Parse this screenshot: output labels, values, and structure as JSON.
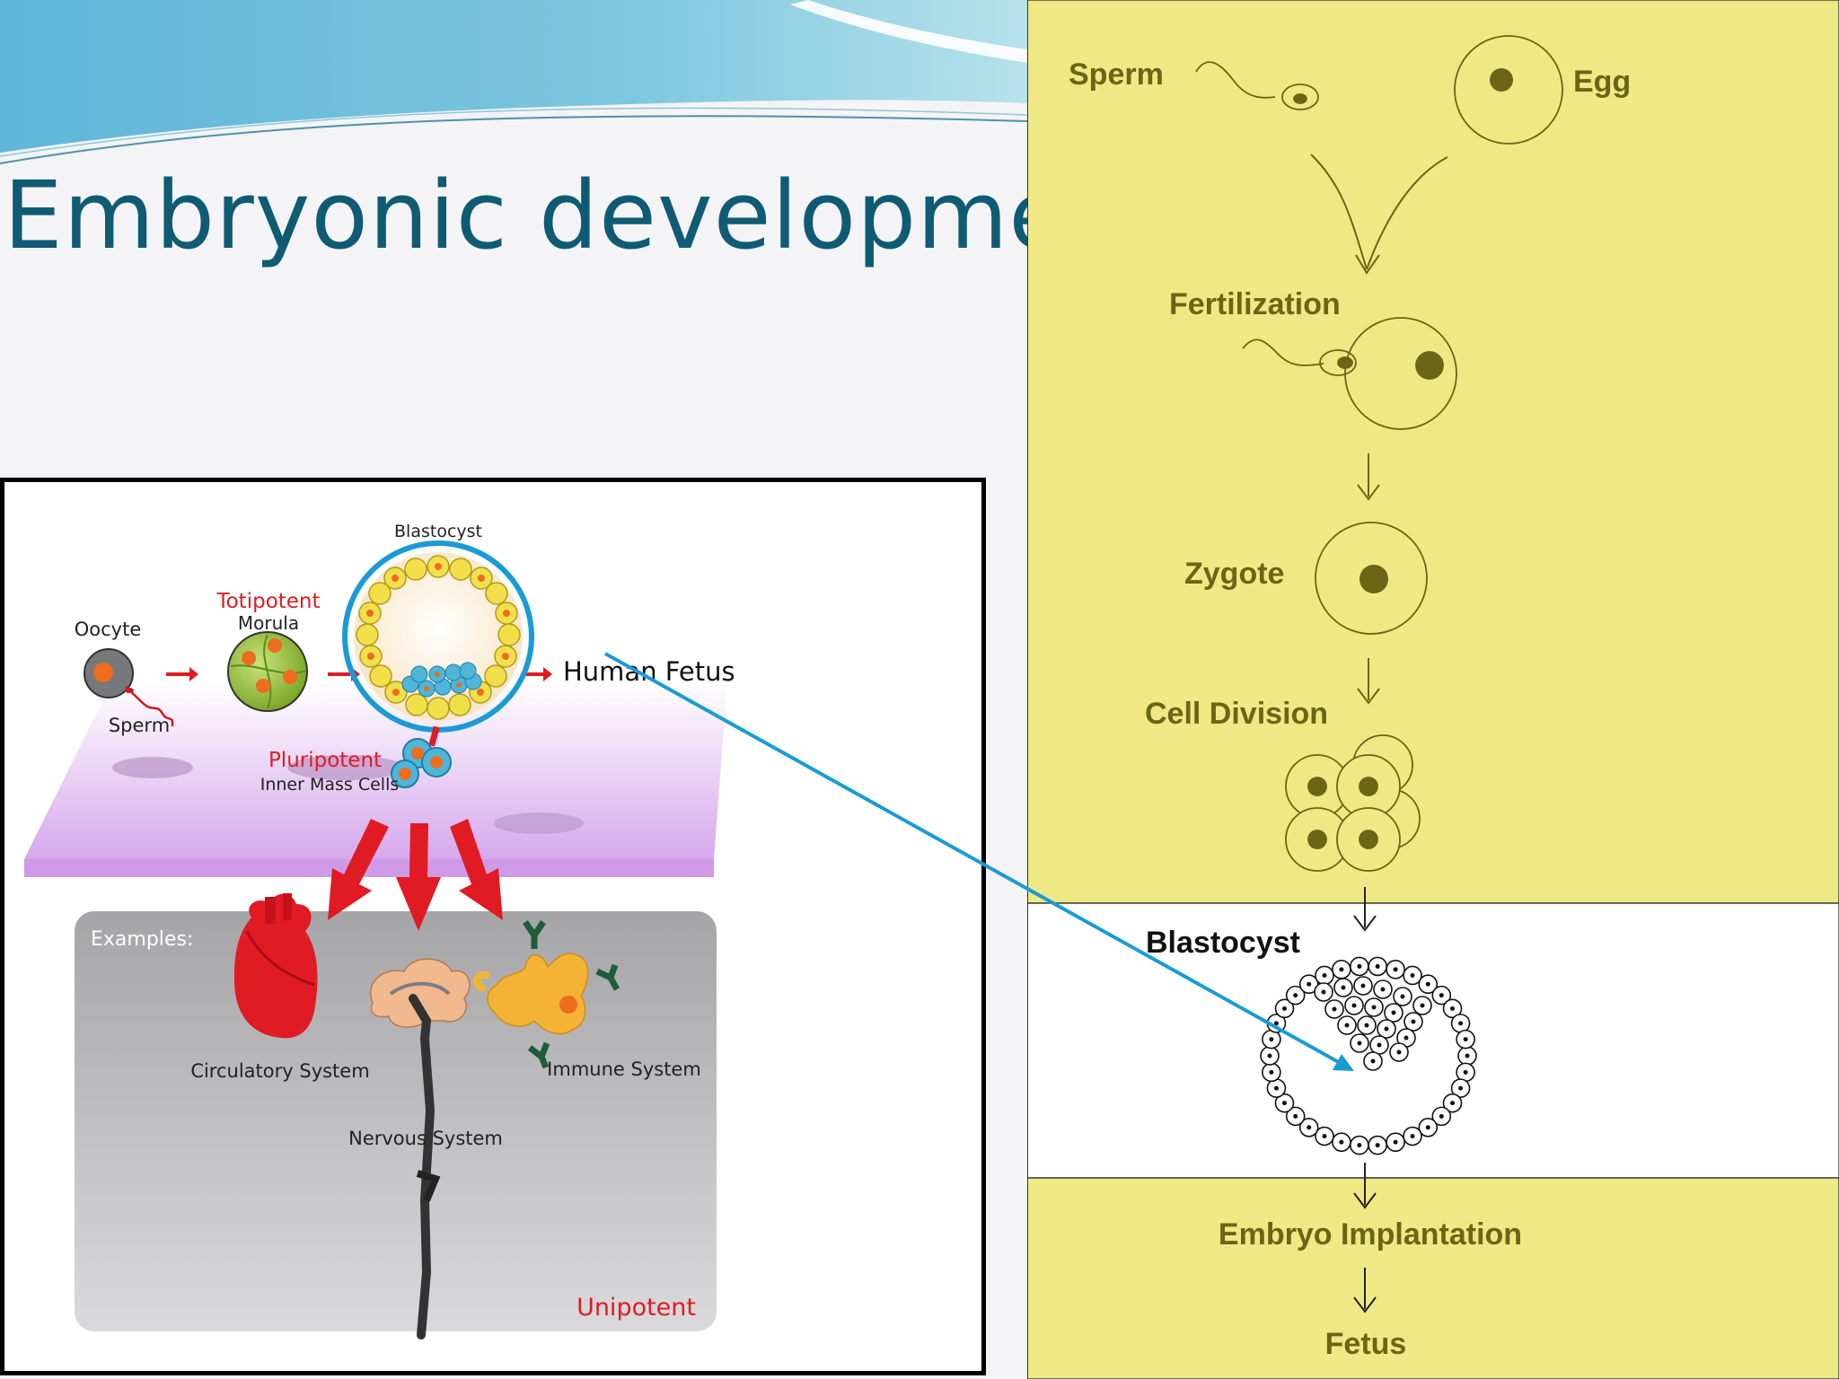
{
  "title": "Embryonic development",
  "left_figure": {
    "oocyte_label": "Oocyte",
    "sperm_label": "Sperm",
    "totipotent_label": "Totipotent",
    "morula_label": "Morula",
    "blastocyst_label": "Blastocyst",
    "human_fetus_label": "Human Fetus",
    "pluripotent_label": "Pluripotent",
    "inner_mass_label": "Inner Mass Cells",
    "examples_label": "Examples:",
    "circulatory_label": "Circulatory System",
    "nervous_label": "Nervous System",
    "immune_label": "Immune System",
    "unipotent_label": "Unipotent"
  },
  "right_panel": {
    "sperm": "Sperm",
    "egg": "Egg",
    "fertilization": "Fertilization",
    "zygote": "Zygote",
    "cell_division": "Cell Division",
    "blastocyst": "Blastocyst",
    "embryo_implantation": "Embryo Implantation",
    "fetus": "Fetus"
  },
  "colors": {
    "title": "#0f5b74",
    "panel_yellow": "#efe985",
    "panel_text": "#6b6516",
    "accent_red": "#e01b23",
    "highlight_blue": "#1a9bd6"
  }
}
